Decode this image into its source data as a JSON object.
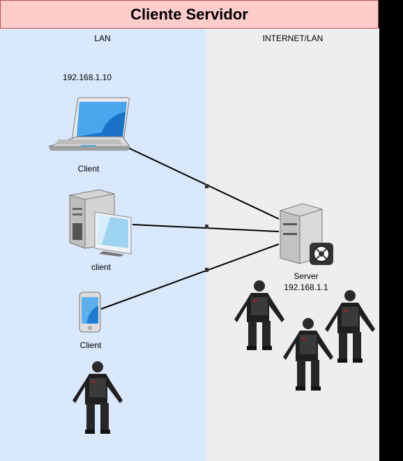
{
  "title": "Cliente Servidor",
  "lanes": {
    "left": "LAN",
    "right": "INTERNET/LAN"
  },
  "nodes": {
    "laptop": {
      "ip": "192.168.1.10",
      "label": "Client",
      "icon": "laptop-icon"
    },
    "desktop": {
      "label": "client",
      "icon": "desktop-pc-icon"
    },
    "phone": {
      "label": "Client",
      "icon": "smartphone-icon"
    },
    "server": {
      "label": "Server",
      "ip": "192.168.1.1",
      "icon": "server-icon"
    }
  },
  "decorations": {
    "figures": [
      "soldier-figure",
      "soldier-figure",
      "soldier-figure",
      "soldier-figure"
    ]
  },
  "colors": {
    "lan_bg": "#dae8fc",
    "internet_bg": "#eeeeee",
    "title_bg": "#ffcccc",
    "title_border": "#b85450",
    "frame_bg": "#000000"
  }
}
